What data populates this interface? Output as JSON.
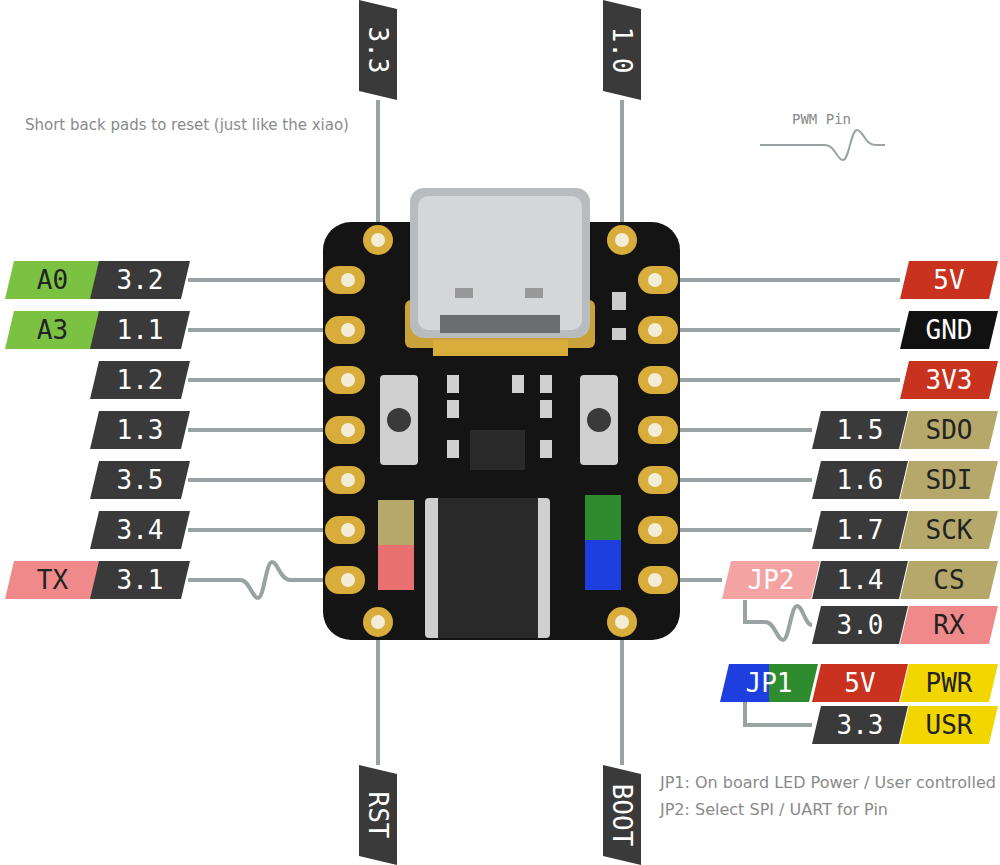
{
  "diagram": {
    "labels": [
      "3.3",
      "1.0",
      "Short back pads to reset (just like the xiao)",
      "PWM Pin",
      "A0",
      "3.2",
      "5V",
      "A3",
      "1.1",
      "GND",
      "1.2",
      "3V3",
      "1.3",
      "1.5",
      "SDO",
      "3.5",
      "1.6",
      "SDI",
      "3.4",
      "1.7",
      "SCK",
      "TX",
      "3.1",
      "JP2",
      "1.4",
      "CS",
      "3.0",
      "RX",
      "JP1",
      "5V",
      "PWR",
      "3.3",
      "USR",
      "RST",
      "BOOT",
      "JP1: On board LED Power / User controlled",
      "JP2: Select SPI / UART for Pin"
    ]
  }
}
